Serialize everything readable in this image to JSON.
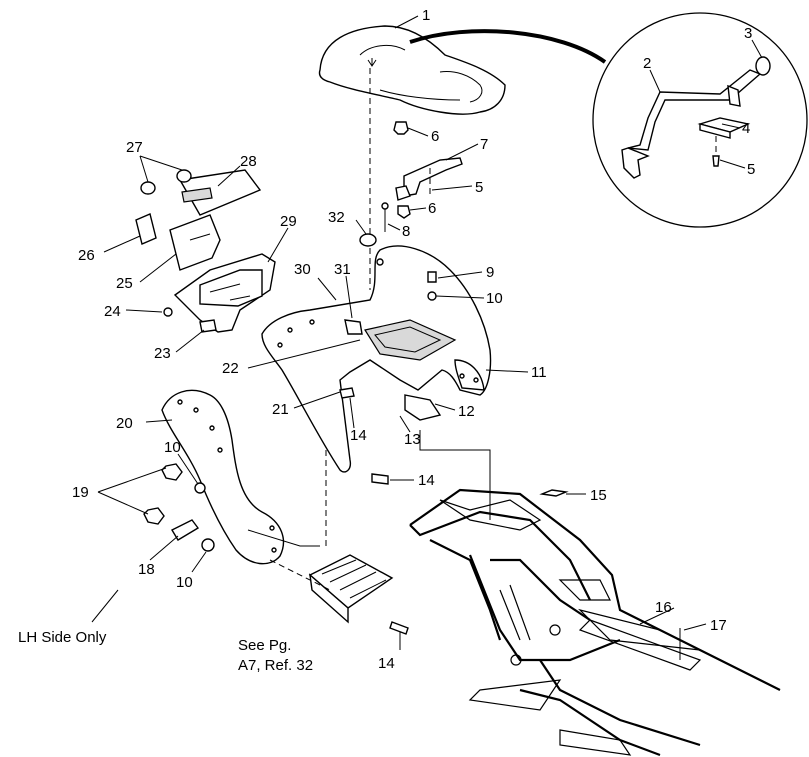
{
  "callouts": [
    {
      "id": "c1",
      "text": "1"
    },
    {
      "id": "c2",
      "text": "2"
    },
    {
      "id": "c3",
      "text": "3"
    },
    {
      "id": "c4",
      "text": "4"
    },
    {
      "id": "c5a",
      "text": "5"
    },
    {
      "id": "c6a",
      "text": "6"
    },
    {
      "id": "c7",
      "text": "7"
    },
    {
      "id": "c5b",
      "text": "5"
    },
    {
      "id": "c6b",
      "text": "6"
    },
    {
      "id": "c8",
      "text": "8"
    },
    {
      "id": "c9",
      "text": "9"
    },
    {
      "id": "c10a",
      "text": "10"
    },
    {
      "id": "c11",
      "text": "11"
    },
    {
      "id": "c12",
      "text": "12"
    },
    {
      "id": "c13",
      "text": "13"
    },
    {
      "id": "c14a",
      "text": "14"
    },
    {
      "id": "c14b",
      "text": "14"
    },
    {
      "id": "c14c",
      "text": "14"
    },
    {
      "id": "c15",
      "text": "15"
    },
    {
      "id": "c16",
      "text": "16"
    },
    {
      "id": "c17",
      "text": "17"
    },
    {
      "id": "c18",
      "text": "18"
    },
    {
      "id": "c19",
      "text": "19"
    },
    {
      "id": "c10b",
      "text": "10"
    },
    {
      "id": "c10c",
      "text": "10"
    },
    {
      "id": "c20",
      "text": "20"
    },
    {
      "id": "c21",
      "text": "21"
    },
    {
      "id": "c22",
      "text": "22"
    },
    {
      "id": "c23",
      "text": "23"
    },
    {
      "id": "c24",
      "text": "24"
    },
    {
      "id": "c25",
      "text": "25"
    },
    {
      "id": "c26",
      "text": "26"
    },
    {
      "id": "c27",
      "text": "27"
    },
    {
      "id": "c28",
      "text": "28"
    },
    {
      "id": "c29",
      "text": "29"
    },
    {
      "id": "c30",
      "text": "30"
    },
    {
      "id": "c31",
      "text": "31"
    },
    {
      "id": "c32",
      "text": "32"
    }
  ],
  "notes": {
    "lh_side_only": "LH Side Only",
    "see_page_line1": "See Pg.",
    "see_page_line2": "A7, Ref. 32"
  }
}
